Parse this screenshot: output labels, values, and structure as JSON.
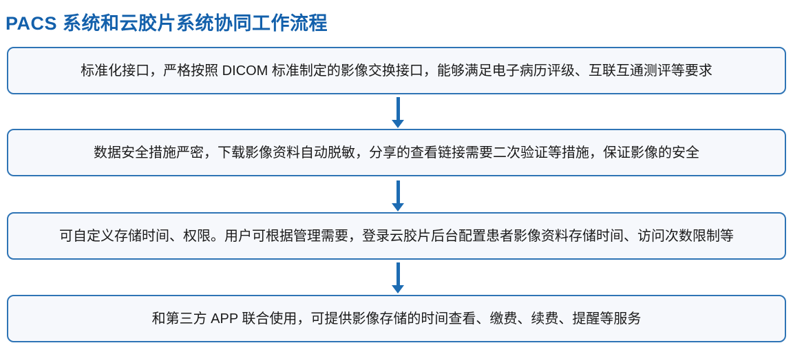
{
  "title": "PACS 系统和云胶片系统协同工作流程",
  "flow": {
    "steps": [
      {
        "text": "标准化接口，严格按照 DICOM 标准制定的影像交换接口，能够满足电子病历评级、互联互通测评等要求"
      },
      {
        "text": "数据安全措施严密，下载影像资料自动脱敏，分享的查看链接需要二次验证等措施，保证影像的安全"
      },
      {
        "text": "可自定义存储时间、权限。用户可根据管理需要，登录云胶片后台配置患者影像资料存储时间、访问次数限制等"
      },
      {
        "text": "和第三方 APP 联合使用，可提供影像存储的时间查看、缴费、续费、提醒等服务"
      }
    ]
  },
  "colors": {
    "title_color": "#1360ab",
    "box_border": "#2e74b5",
    "box_fill": "#f6f8fc",
    "arrow_color": "#1d6cb3",
    "text_color": "#1a1a1a",
    "page_bg": "#ffffff"
  }
}
